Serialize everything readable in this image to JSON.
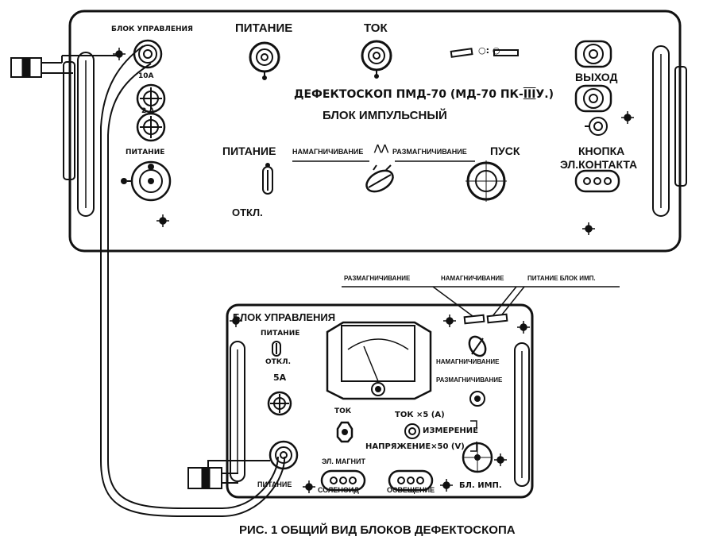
{
  "upper_panel": {
    "blok_upravleniya": "БЛОК УПРАВЛЕНИЯ",
    "fuse_10a": "10А",
    "fuse_2a": "2 А",
    "pitanie_left": "ПИТАНИЕ",
    "pitanie_top": "ПИТАНИЕ",
    "tok": "ТОК",
    "meter_scale": "○: ○",
    "title_line1": "ДЕФЕКТОСКОП ПМД-70 (МД-70 ПК-",
    "title_roman": "III",
    "title_suffix": "У.)",
    "subtitle": "БЛОК ИМПУЛЬСНЫЙ",
    "vyhod": "ВЫХОД",
    "pitanie_switch": "ПИТАНИЕ",
    "otkl": "ОТКЛ.",
    "namagnichivanie": "НАМАГНИЧИВАНИЕ",
    "pulse_symbol": "⋀⋀",
    "razmagnichivanie": "РАЗМАГНИЧИВАНИЕ",
    "pusk": "ПУСК",
    "knopka": "КНОПКА",
    "el_kontakta": "ЭЛ.КОНТАКТА"
  },
  "lower_panel": {
    "razmag_callout": "РАЗМАГНИЧИВАНИЕ",
    "namag_callout": "НАМАГНИЧИВАНИЕ",
    "pitanie_blok_imp": "ПИТАНИЕ БЛОК ИМП.",
    "title": "БЛОК УПРАВЛЕНИЯ",
    "pitanie": "ПИТАНИЕ",
    "otkl": "ОТКЛ.",
    "fuse_5a": "5А",
    "namag": "НАМАГНИЧИВАНИЕ",
    "razmag": "РАЗМАГНИЧИВАНИЕ",
    "tok": "ТОК",
    "tok_measure": "ТОК ×5 (А)",
    "izmerenie": "ИЗМЕРЕНИЕ",
    "napryazhenie": "НАПРЯЖЕНИЕ×50 (V)",
    "el_magnit": "ЭЛ. МАГНИТ",
    "pitanie_bottom": "ПИТАНИЕ",
    "solenoid": "СОЛЕНОИД",
    "osveshenie": "ОСВЕЩЕНИЕ",
    "bl_imp": "БЛ. ИМП."
  },
  "caption": "РИС. 1 ОБЩИЙ ВИД БЛОКОВ ДЕФЕКТОСКОПА"
}
